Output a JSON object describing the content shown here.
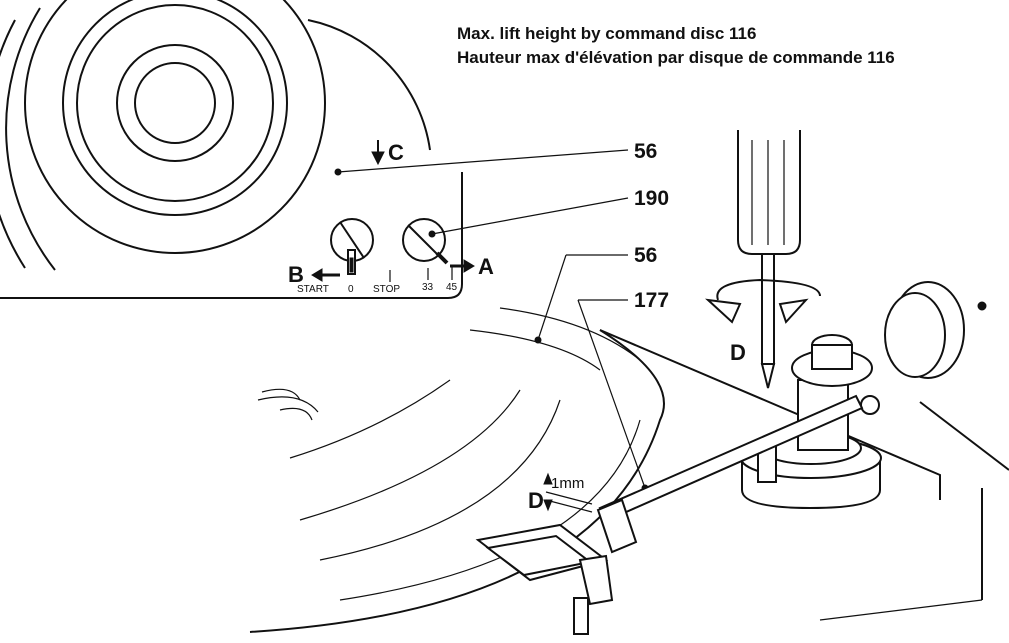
{
  "caption": {
    "line_en": "Max. lift height by command disc 116",
    "line_fr": "Hauteur max d'élévation par disque de commande 116"
  },
  "refs": {
    "r56_top": "56",
    "r190": "190",
    "r56_mid": "56",
    "r177": "177"
  },
  "letters": {
    "c": "C",
    "b": "B",
    "a": "A",
    "d_screw": "D",
    "d_gap": "D"
  },
  "control_panel": {
    "start": "START",
    "zero": "0",
    "stop": "STOP",
    "s33": "33",
    "s45": "45"
  },
  "gap_label": "1mm"
}
